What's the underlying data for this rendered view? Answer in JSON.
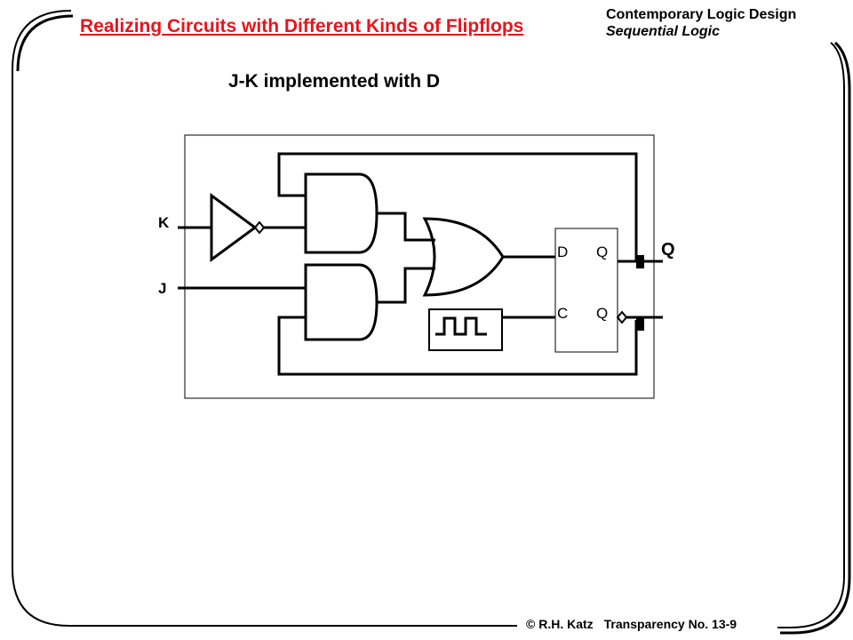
{
  "slide": {
    "title": "Realizing Circuits with Different Kinds of Flipflops",
    "course": "Contemporary Logic Design",
    "topic": "Sequential Logic",
    "subtitle": "J-K implemented with D",
    "copyright": "© R.H. Katz",
    "transparency": "Transparency No. 13-9"
  },
  "diagram": {
    "input_k": "K",
    "input_j": "J",
    "ff_d": "D",
    "ff_q": "Q",
    "ff_c": "C",
    "ff_qbar": "Q",
    "output_q": "Q"
  }
}
